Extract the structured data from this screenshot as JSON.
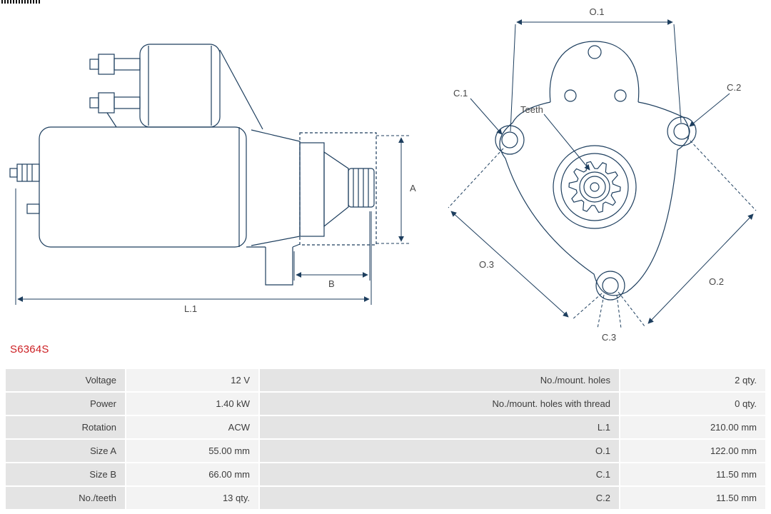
{
  "part_number": "S6364S",
  "colors": {
    "accent_red": "#cc1f23",
    "drawing_line": "#1d3e5e",
    "table_label_bg": "#e4e4e4",
    "table_value_bg": "#f3f3f3"
  },
  "diagram": {
    "labels": {
      "a": "A",
      "b": "B",
      "l1": "L.1",
      "o1": "O.1",
      "o2": "O.2",
      "o3": "O.3",
      "c1": "C.1",
      "c2": "C.2",
      "c3": "C.3",
      "teeth": "Teeth"
    }
  },
  "table": {
    "rows": [
      {
        "label_left": "Voltage",
        "value_left": "12 V",
        "label_right": "No./mount. holes",
        "value_right": "2 qty."
      },
      {
        "label_left": "Power",
        "value_left": "1.40 kW",
        "label_right": "No./mount. holes with thread",
        "value_right": "0 qty."
      },
      {
        "label_left": "Rotation",
        "value_left": "ACW",
        "label_right": "L.1",
        "value_right": "210.00 mm"
      },
      {
        "label_left": "Size A",
        "value_left": "55.00 mm",
        "label_right": "O.1",
        "value_right": "122.00 mm"
      },
      {
        "label_left": "Size B",
        "value_left": "66.00 mm",
        "label_right": "C.1",
        "value_right": "11.50 mm"
      },
      {
        "label_left": "No./teeth",
        "value_left": "13 qty.",
        "label_right": "C.2",
        "value_right": "11.50 mm"
      }
    ]
  }
}
